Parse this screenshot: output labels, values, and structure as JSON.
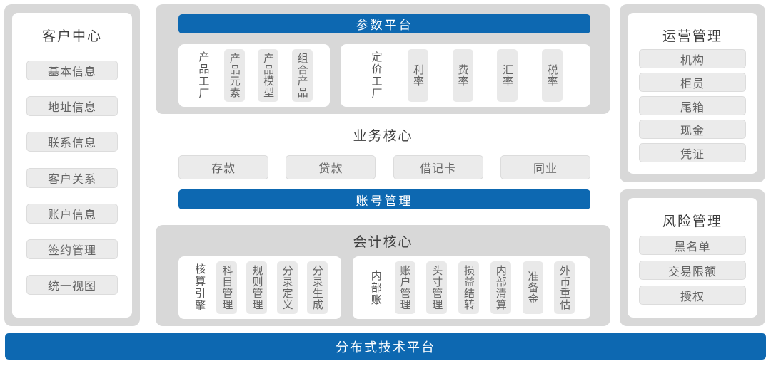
{
  "colors": {
    "accent_blue": "#0d68b1",
    "container_gray": "#d8d8d8",
    "chip_gray": "#ebebeb",
    "title_text": "#3d3d3d",
    "chip_text": "#646464",
    "white": "#ffffff"
  },
  "left_panel": {
    "title": "客户中心",
    "items": [
      "基本信息",
      "地址信息",
      "联系信息",
      "客户关系",
      "账户信息",
      "签约管理",
      "统一视图"
    ]
  },
  "center": {
    "parameter_platform": {
      "title": "参数平台",
      "product_factory": {
        "label": "产品工厂",
        "items": [
          "产品元素",
          "产品模型",
          "组合产品"
        ]
      },
      "pricing_factory": {
        "label": "定价工厂",
        "items": [
          "利率",
          "费率",
          "汇率",
          "税率"
        ]
      }
    },
    "business_core": {
      "title": "业务核心",
      "items": [
        "存款",
        "贷款",
        "借记卡",
        "同业"
      ]
    },
    "account_management": {
      "title": "账号管理"
    },
    "accounting_core": {
      "title": "会计核心",
      "accounting_engine": {
        "label": "核算引擎",
        "items": [
          "科目管理",
          "规则管理",
          "分录定义",
          "分录生成"
        ]
      },
      "internal_account": {
        "label": "内部账",
        "items": [
          "账户管理",
          "头寸管理",
          "损益结转",
          "内部清算",
          "准备金",
          "外币重估"
        ]
      }
    }
  },
  "right_panels": {
    "operations": {
      "title": "运营管理",
      "items": [
        "机构",
        "柜员",
        "尾箱",
        "现金",
        "凭证"
      ]
    },
    "risk": {
      "title": "风险管理",
      "items": [
        "黑名单",
        "交易限额",
        "授权"
      ]
    }
  },
  "bottom_bar": {
    "title": "分布式技术平台"
  }
}
